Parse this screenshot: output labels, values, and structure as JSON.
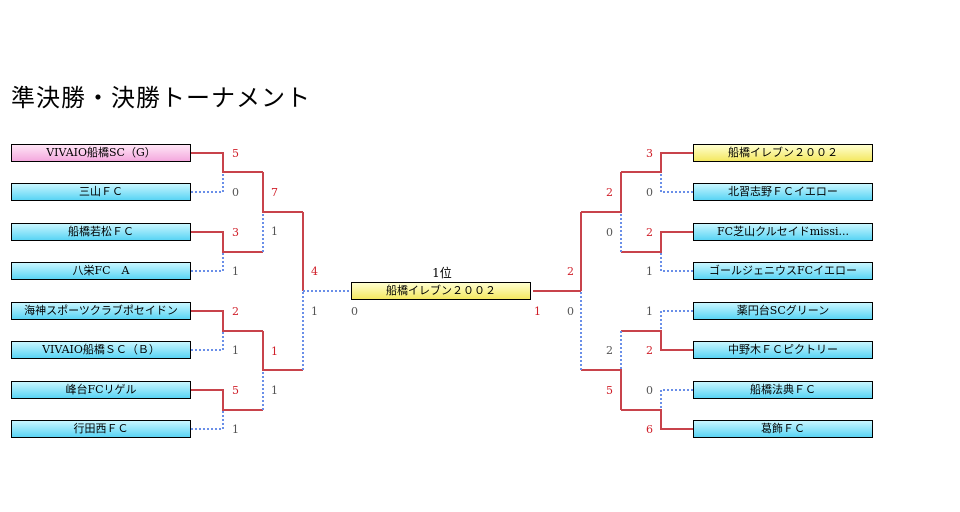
{
  "title": "準決勝・決勝トーナメント",
  "colors": {
    "win_line": "#c8434b",
    "lose_line": "#6a8fe8",
    "win_score": "#d0202a"
  },
  "left_teams": [
    "VIVAIO船橋SC（G）",
    "三山ＦＣ",
    "船橋若松ＦＣ",
    "八栄FC　A",
    "海神スポーツクラブポセイドン",
    "VIVAIO船橋ＳＣ（Ｂ）",
    "峰台FCリゲル",
    "行田西ＦＣ"
  ],
  "right_teams": [
    "船橋イレブン２００２",
    "北習志野ＦＣイエロー",
    "FC芝山クルセイドmissi...",
    "ゴールジェニウスFCイエロー",
    "薬円台SCグリーン",
    "中野木ＦＣピクトリー",
    "船橋法典ＦＣ",
    "葛飾ＦＣ"
  ],
  "final": {
    "rank_label": "1位",
    "winner": "船橋イレブン２００２"
  },
  "scores": {
    "left_r1": [
      "5",
      "0",
      "3",
      "1",
      "2",
      "1",
      "5",
      "1"
    ],
    "left_r2": [
      "7",
      "1",
      "1",
      "1"
    ],
    "left_sf": [
      "4",
      "1"
    ],
    "final_left": "0",
    "final_right": "1",
    "right_sf": [
      "2",
      "0"
    ],
    "right_r2": [
      "2",
      "0",
      "2",
      "5"
    ],
    "right_r1": [
      "3",
      "0",
      "2",
      "1",
      "1",
      "2",
      "0",
      "6"
    ]
  }
}
